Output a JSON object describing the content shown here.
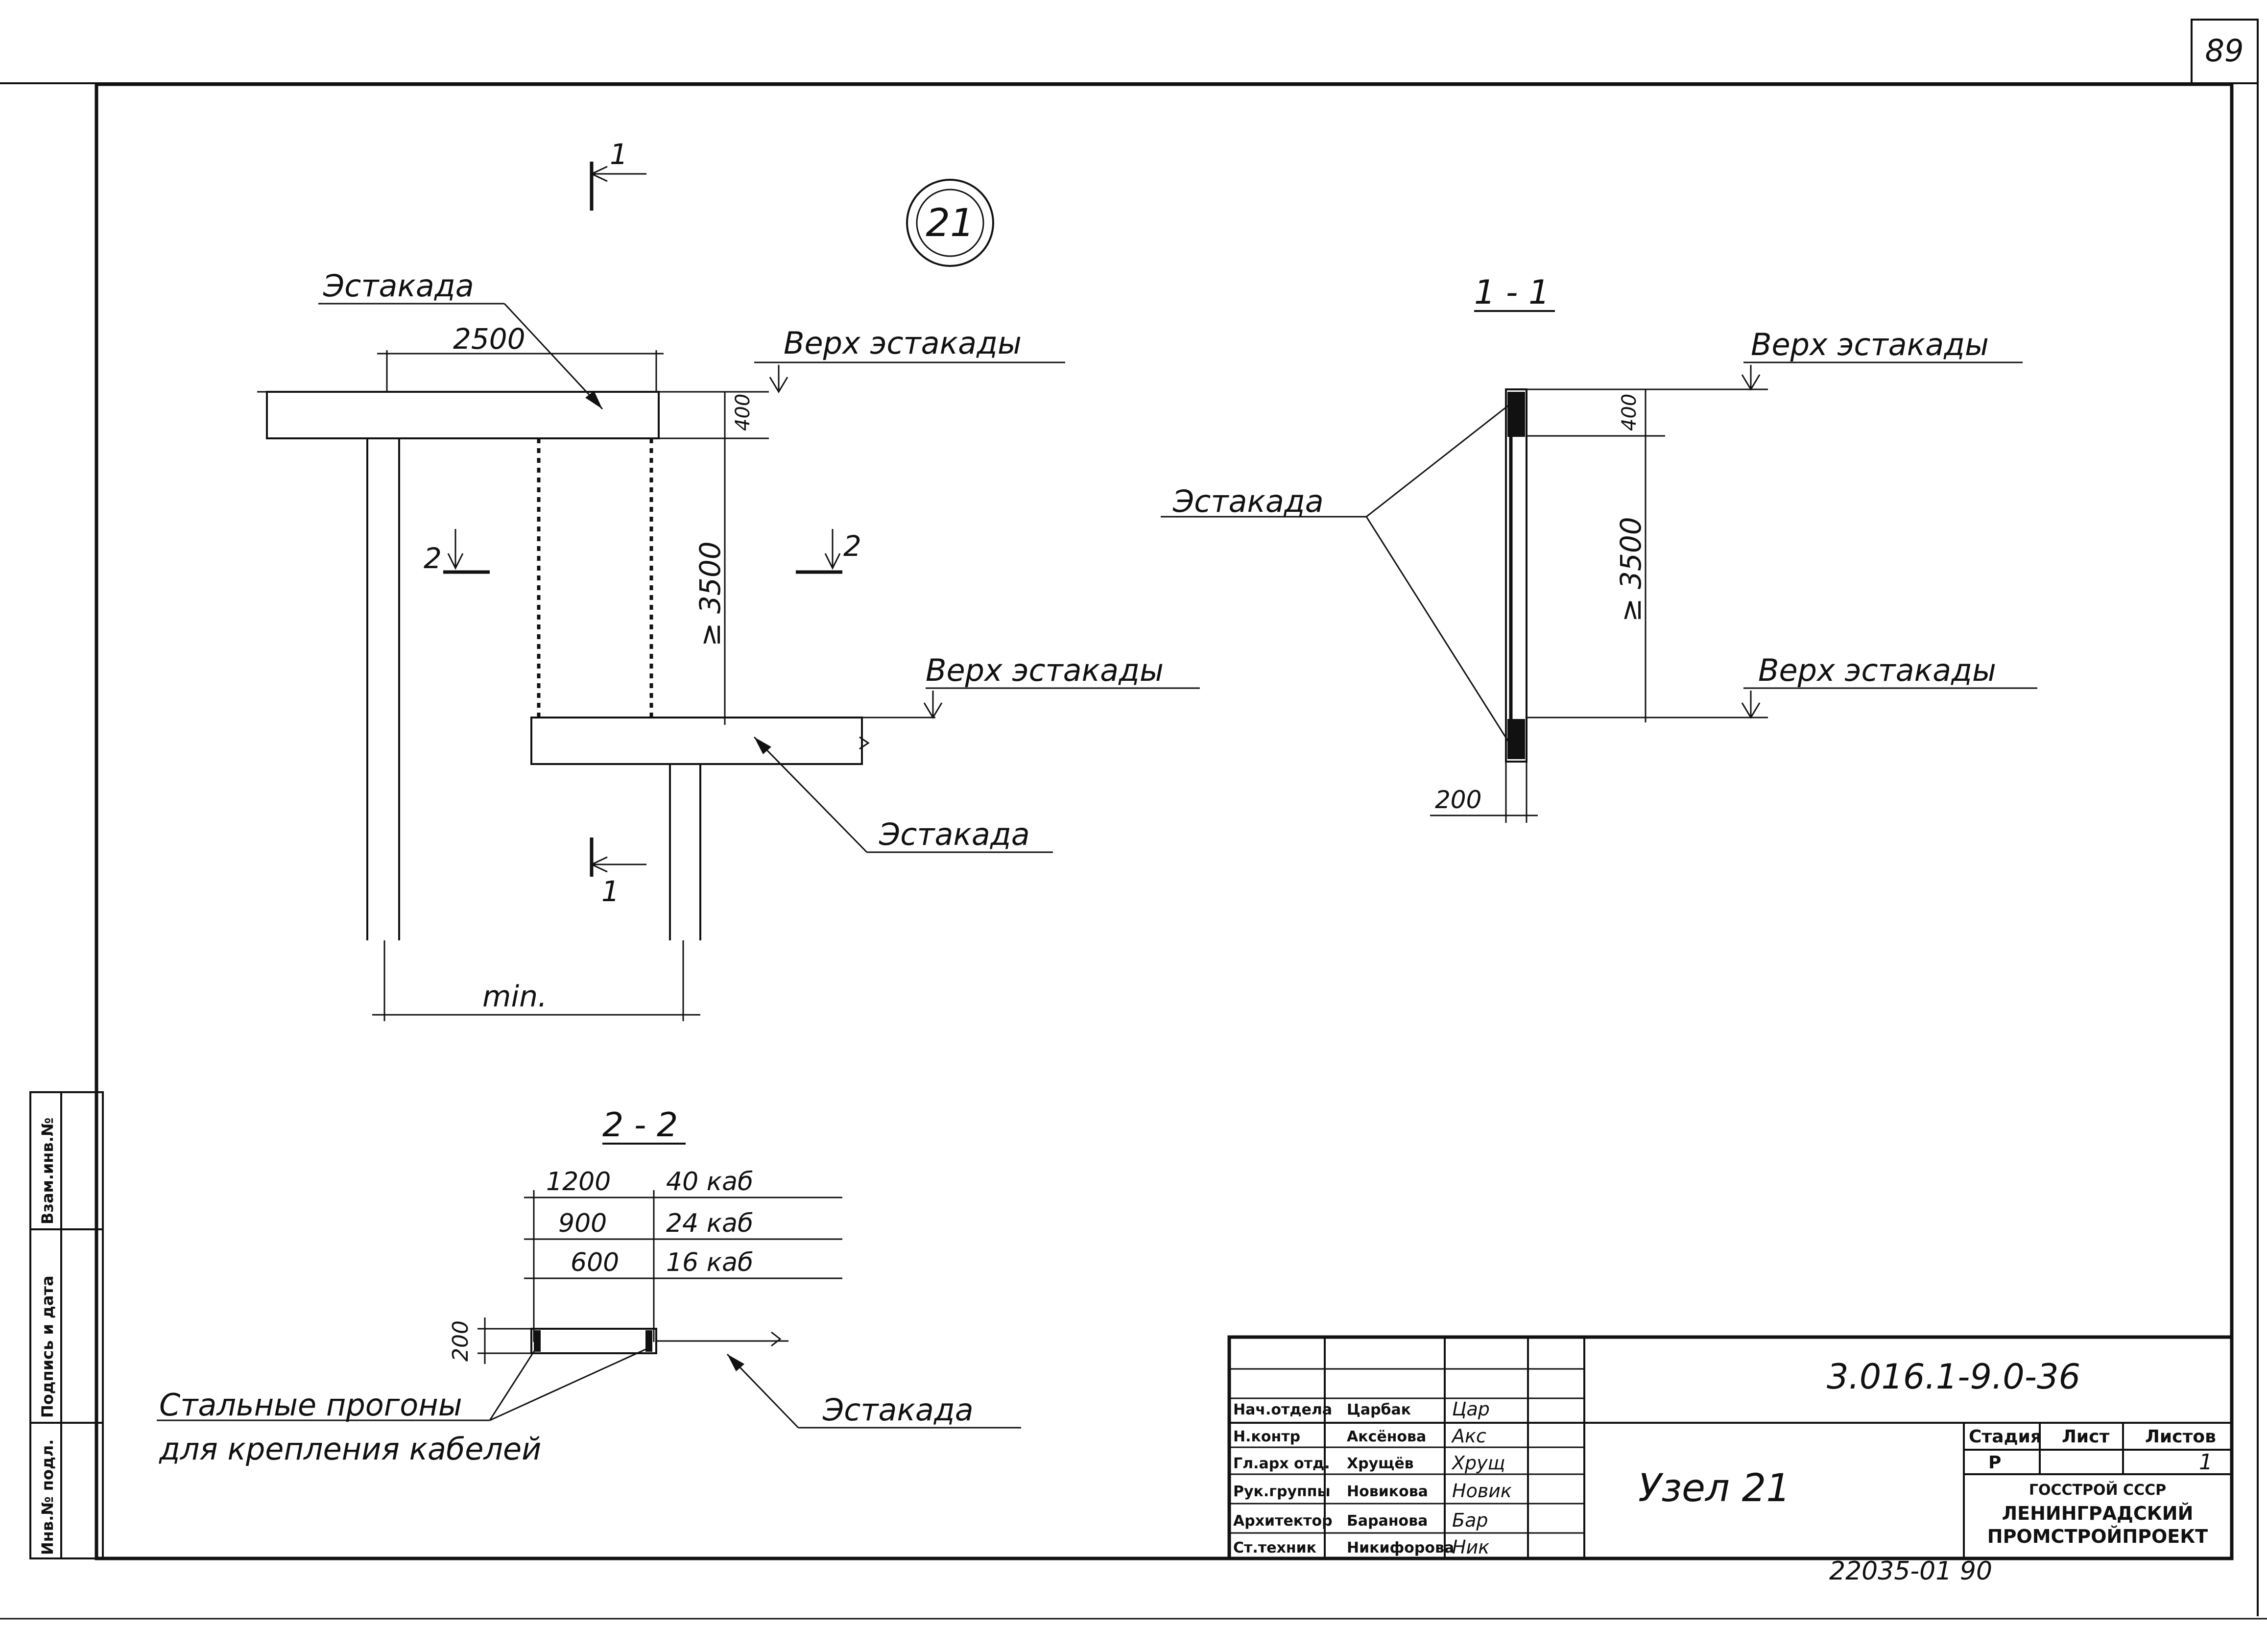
{
  "sheet_number": "89",
  "node_circle_label": "21",
  "plan": {
    "cut_mark_top": "1",
    "cut_mark_bottom": "1",
    "cut_mark_left": "2",
    "cut_mark_right": "2",
    "dim_width": "2500",
    "dim_depth": "400",
    "dim_height": "≥ 3500",
    "dim_min": "min.",
    "label_trestle_top": "Эстакада",
    "label_trestle_bottom": "Эстакада",
    "label_level_top": "Верх эстакады",
    "label_level_bottom": "Верх эстакады"
  },
  "section_1_1": {
    "title": "1 - 1",
    "label_trestle": "Эстакада",
    "label_level_top": "Верх эстакады",
    "label_level_bottom": "Верх эстакады",
    "dim_depth": "400",
    "dim_height": "≥ 3500",
    "dim_width": "200"
  },
  "section_2_2": {
    "title": "2 - 2",
    "rows": [
      {
        "width": "1200",
        "cables": "40 каб"
      },
      {
        "width": "900",
        "cables": "24 каб"
      },
      {
        "width": "600",
        "cables": "16 каб"
      }
    ],
    "dim_height": "200",
    "label_steel_line1": "Стальные прогоны",
    "label_steel_line2": "для крепления кабелей",
    "label_trestle": "Эстакада"
  },
  "side_stamp": {
    "cells": [
      "Взам.инв.№",
      "Подпись и дата",
      "Инв.№ подл."
    ]
  },
  "title_block": {
    "doc_code": "3.016.1-9.0-36",
    "sheet_title": "Узел 21",
    "roles": [
      "Нач.отдела",
      "Н.контр",
      "Гл.арх отд.",
      "Рук.группы",
      "Архитектор",
      "Ст.техник"
    ],
    "names": [
      "Царбак",
      "Аксёнова",
      "Хрущёв",
      "Новикова",
      "Баранова",
      "Никифорова"
    ],
    "signatures": [
      "Цар",
      "Акс",
      "Хрущ",
      "Новик",
      "Бар",
      "Ник"
    ],
    "stage_header": "Стадия",
    "sheet_header": "Лист",
    "sheets_header": "Листов",
    "stage_value": "Р",
    "sheet_value": "",
    "sheets_value": "1",
    "org_line1": "ГОССТРОЙ СССР",
    "org_line2": "ЛЕНИНГРАДСКИЙ",
    "org_line3": "ПРОМСТРОЙПРОЕКТ"
  },
  "archive_number": "22035-01 90"
}
